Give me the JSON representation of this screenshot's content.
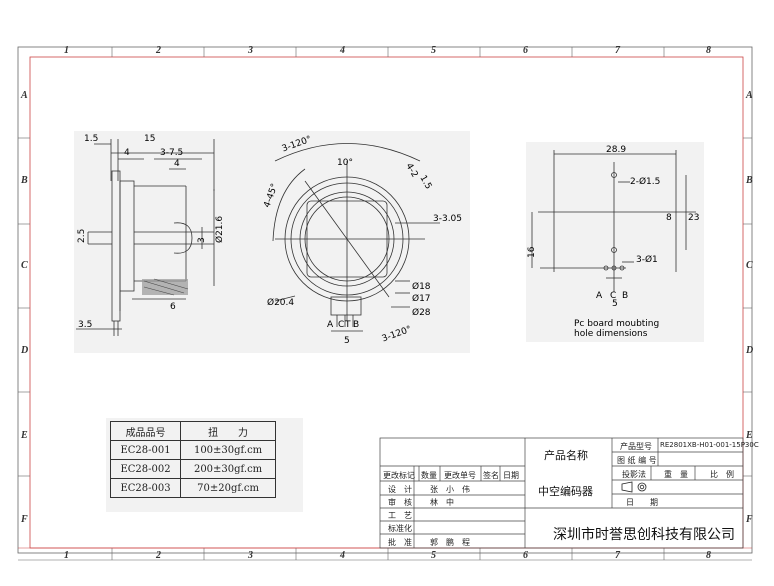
{
  "ruler": {
    "columns": [
      "1",
      "2",
      "3",
      "4",
      "5",
      "6",
      "7",
      "8"
    ],
    "rows": [
      "A",
      "B",
      "C",
      "D",
      "E",
      "F"
    ]
  },
  "side_view": {
    "dims": [
      "1.5",
      "15",
      "4",
      "3-7.5",
      "4",
      "2.5",
      "3",
      "Ø21.6",
      "6",
      "3.5"
    ]
  },
  "front_view": {
    "dims": [
      "3-120°",
      "10°",
      "4-2",
      "1.5",
      "4-45°",
      "3-3.05",
      "Ø20.4",
      "Ø18",
      "Ø17",
      "Ø28",
      "A",
      "C",
      "T",
      "B",
      "5",
      "3-120°"
    ]
  },
  "pcb_view": {
    "dims": [
      "28.9",
      "2-Ø1.5",
      "8",
      "23",
      "16",
      "3-Ø1",
      "A",
      "C",
      "B",
      "5"
    ],
    "caption_line1": "Pc board moubting",
    "caption_line2": "hole dimensions"
  },
  "torque_table": {
    "headers": [
      "成品品号",
      "扭　　力"
    ],
    "rows": [
      [
        "EC28-001",
        "100±30gf.cm"
      ],
      [
        "EC28-002",
        "200±30gf.cm"
      ],
      [
        "EC28-003",
        "70±20gf.cm"
      ]
    ]
  },
  "title_block": {
    "product_name_label": "产品名称",
    "model_label": "产品型号",
    "model_value": "RE2801XB-H01-001-15P30C",
    "drawing_no_label": "图 纸 编 号",
    "projection_label": "投影法",
    "weight_label": "重　量",
    "scale_label": "比　例",
    "date_label": "日　　期",
    "product_name_value": "中空编码器",
    "revision_headers": [
      "更改标记",
      "数量",
      "更改单号",
      "签名",
      "日期"
    ],
    "roles": [
      {
        "role": "设　计",
        "name": "张　小　伟"
      },
      {
        "role": "审　核",
        "name": "林　中"
      },
      {
        "role": "工　艺",
        "name": ""
      },
      {
        "role": "标准化",
        "name": ""
      },
      {
        "role": "批　准",
        "name": "郭　鹏　程"
      }
    ],
    "company": "深圳市时誉思创科技有限公司"
  }
}
